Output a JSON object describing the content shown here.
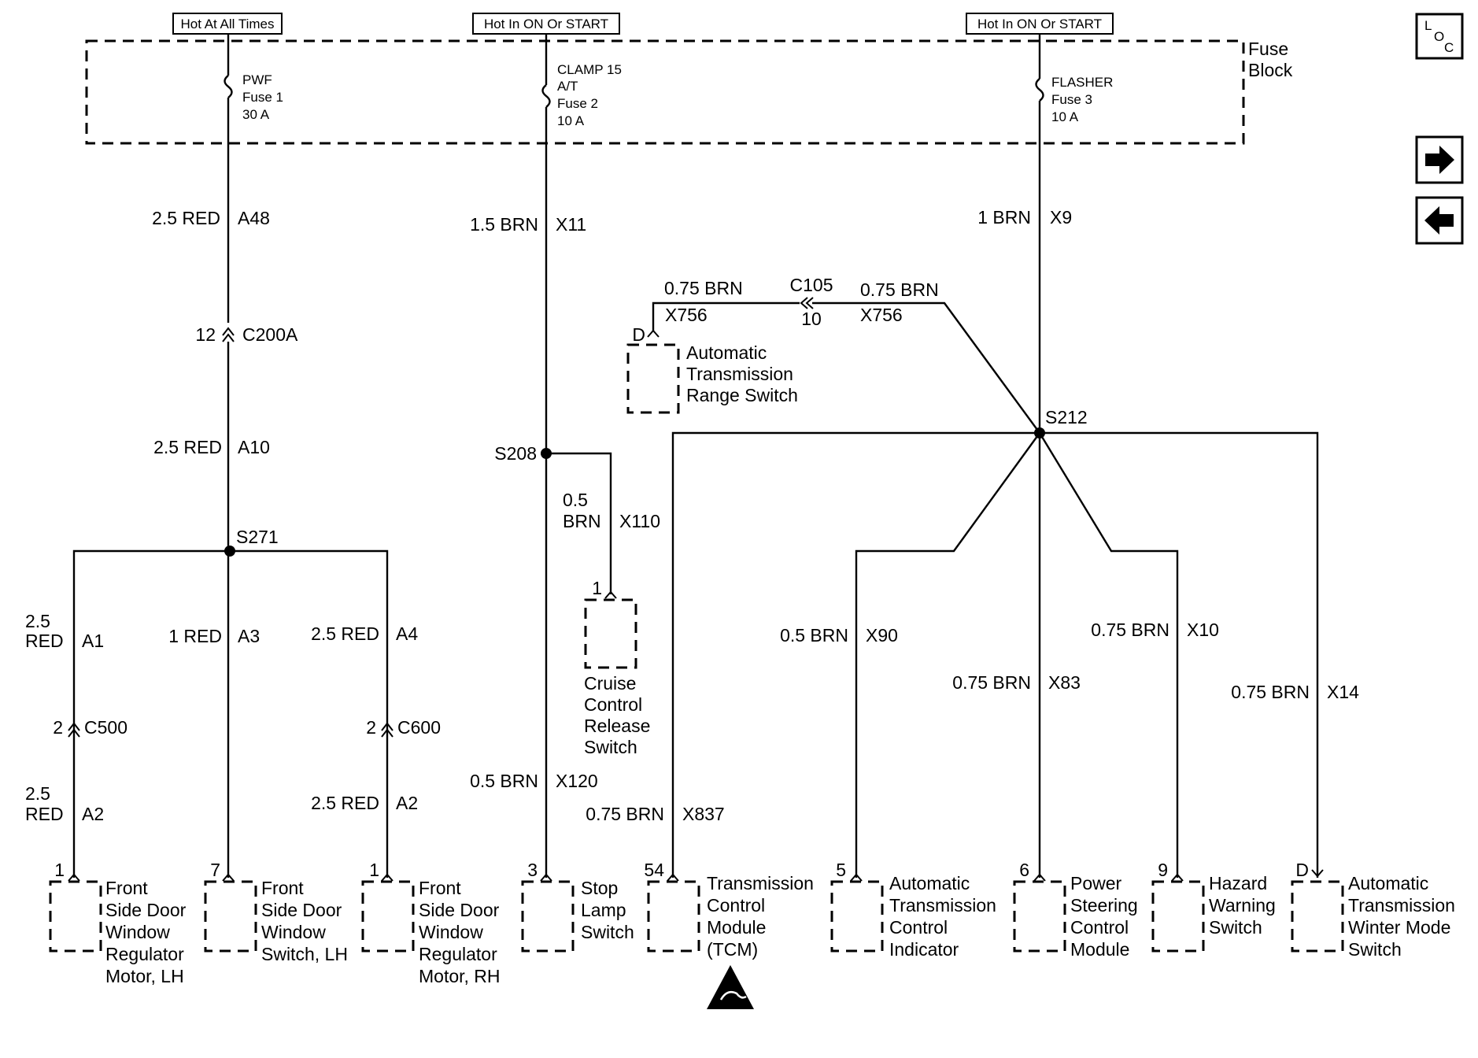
{
  "power_labels": {
    "hot_at_all_times": "Hot At All Times",
    "hot_in_on_or_start_1": "Hot In ON Or START",
    "hot_in_on_or_start_2": "Hot In ON Or START"
  },
  "fuse_block": {
    "line1": "Fuse",
    "line2": "Block"
  },
  "fuses": {
    "fuse1": {
      "l1": "PWF",
      "l2": "Fuse 1",
      "l3": "30 A"
    },
    "fuse2": {
      "l1": "CLAMP 15",
      "l2": "A/T",
      "l3": "Fuse 2",
      "l4": "10 A"
    },
    "fuse3": {
      "l1": "FLASHER",
      "l2": "Fuse 3",
      "l3": "10 A"
    }
  },
  "nav": {
    "loc_l": "L",
    "loc_o": "O",
    "loc_c": "C"
  },
  "wires": {
    "a48_size": "2.5 RED",
    "a48": "A48",
    "a10_size": "2.5 RED",
    "a10": "A10",
    "a1_size_1": "2.5",
    "a1_size_2": "RED",
    "a1": "A1",
    "a3_size": "1 RED",
    "a3": "A3",
    "a4_size": "2.5 RED",
    "a4": "A4",
    "a2l_size_1": "2.5",
    "a2l_size_2": "RED",
    "a2l": "A2",
    "a2r_size": "2.5 RED",
    "a2r": "A2",
    "x11_size": "1.5 BRN",
    "x11": "X11",
    "x110_size_1": "0.5",
    "x110_size_2": "BRN",
    "x110": "X110",
    "x120_size": "0.5 BRN",
    "x120": "X120",
    "x9_size": "1 BRN",
    "x9": "X9",
    "x756l_size": "0.75 BRN",
    "x756l": "X756",
    "x756r_size": "0.75 BRN",
    "x756r": "X756",
    "x837_size": "0.75 BRN",
    "x837": "X837",
    "x90_size": "0.5 BRN",
    "x90": "X90",
    "x83_size": "0.75 BRN",
    "x83": "X83",
    "x10_size": "0.75 BRN",
    "x10": "X10",
    "x14_size": "0.75 BRN",
    "x14": "X14"
  },
  "splices": {
    "s271": "S271",
    "s208": "S208",
    "s212": "S212"
  },
  "connectors": {
    "c200a_pin": "12",
    "c200a": "C200A",
    "c500_pin": "2",
    "c500": "C500",
    "c600_pin": "2",
    "c600": "C600",
    "c105": "C105",
    "c105_pin": "10"
  },
  "pins": {
    "p_front_lh": "1",
    "p_switch_lh": "7",
    "p_front_rh": "1",
    "p_stop": "3",
    "p_tcm": "54",
    "p_atci": "5",
    "p_pscm": "6",
    "p_hazard": "9",
    "p_winter": "D",
    "p_cruise": "1",
    "p_range": "D"
  },
  "components": {
    "front_lh": [
      "Front",
      "Side Door",
      "Window",
      "Regulator",
      "Motor, LH"
    ],
    "switch_lh": [
      "Front",
      "Side Door",
      "Window",
      "Switch, LH"
    ],
    "front_rh": [
      "Front",
      "Side Door",
      "Window",
      "Regulator",
      "Motor, RH"
    ],
    "stop_lamp": [
      "Stop",
      "Lamp",
      "Switch"
    ],
    "tcm": [
      "Transmission",
      "Control",
      "Module",
      "(TCM)"
    ],
    "atci": [
      "Automatic",
      "Transmission",
      "Control",
      "Indicator"
    ],
    "pscm": [
      "Power",
      "Steering",
      "Control",
      "Module"
    ],
    "hazard": [
      "Hazard",
      "Warning",
      "Switch"
    ],
    "winter": [
      "Automatic",
      "Transmission",
      "Winter Mode",
      "Switch"
    ],
    "cruise": [
      "Cruise",
      "Control",
      "Release",
      "Switch"
    ],
    "range": [
      "Automatic",
      "Transmission",
      "Range Switch"
    ]
  },
  "icons": {
    "next_page": "arrow-right-icon",
    "prev_page": "arrow-left-icon",
    "esd_warning": "esd-warning-icon"
  }
}
